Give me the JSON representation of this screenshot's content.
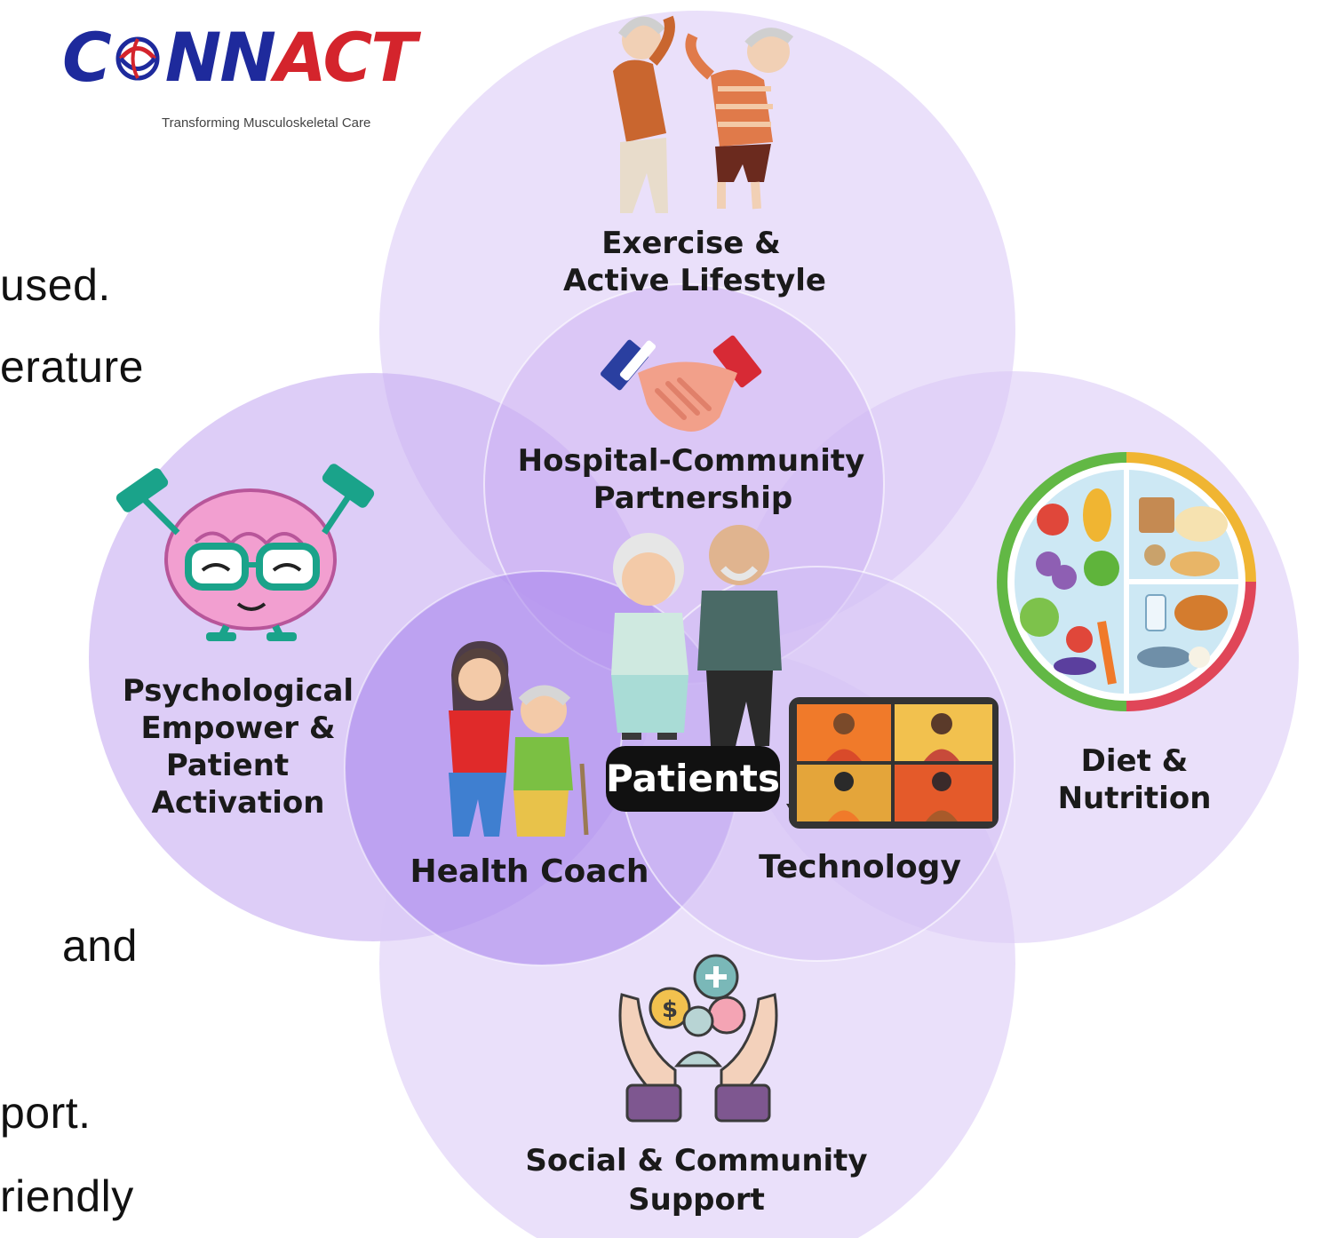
{
  "logo": {
    "text_blue": "C",
    "text_blue2": "NN",
    "text_red": "ACT",
    "tagline": "Transforming Musculoskeletal Care",
    "colors": {
      "blue": "#1e2a9c",
      "red": "#d4242c"
    }
  },
  "text_fragments": [
    "used.",
    "erature",
    "and",
    "port.",
    "riendly"
  ],
  "diagram": {
    "center": "Patients",
    "nodes": {
      "exercise": [
        "Exercise &",
        "Active Lifestyle"
      ],
      "partnership": [
        "Hospital-Community",
        "Partnership"
      ],
      "psychological": [
        "Psychological",
        "Empower &",
        "Patient",
        "Activation"
      ],
      "diet": [
        "Diet &",
        "Nutrition"
      ],
      "health_coach": [
        "Health Coach"
      ],
      "technology": [
        "Technology"
      ],
      "social": [
        "Social & Community",
        "Support"
      ]
    },
    "icons": [
      "stretching-seniors-icon",
      "handshake-icon",
      "brain-dumbbell-icon",
      "food-plate-icon",
      "caregiver-icon",
      "elderly-couple-icon",
      "video-call-tablet-icon",
      "helping-hands-icon"
    ],
    "colors": {
      "circle_light": "#e4d6f7",
      "circle_mid": "#cdb5f2",
      "circle_dark": "#b393ee",
      "accent": "#8b5cf6"
    }
  }
}
